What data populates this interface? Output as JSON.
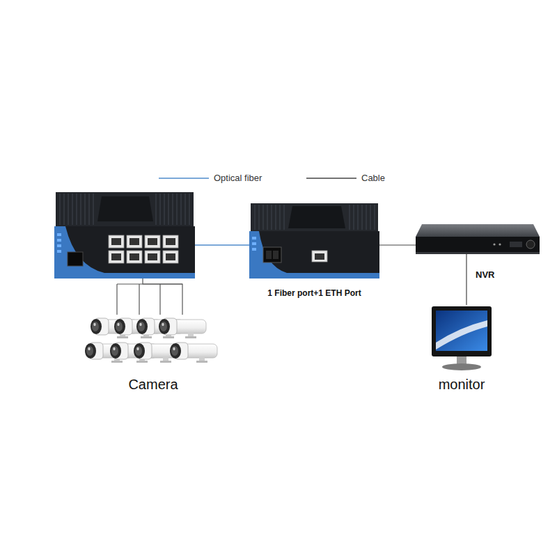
{
  "diagram": {
    "nodes": [
      {
        "text": []
      },
      {
        "text": [
          "1 Fiber port+1 ETH Port"
        ]
      },
      {
        "text": [
          "NVR"
        ]
      },
      {
        "text": [
          "Camera"
        ]
      },
      {
        "text": [
          "monitor"
        ]
      }
    ],
    "edges": [
      {
        "from": 0,
        "to": 1,
        "arrow": "none"
      },
      {
        "from": 1,
        "to": 2,
        "arrow": "none"
      },
      {
        "from": 2,
        "to": 4,
        "arrow": "none"
      },
      {
        "from": 0,
        "to": 3,
        "arrow": "none"
      }
    ],
    "legend": [
      {
        "text": "Optical fiber"
      },
      {
        "text": "Cable"
      }
    ]
  }
}
